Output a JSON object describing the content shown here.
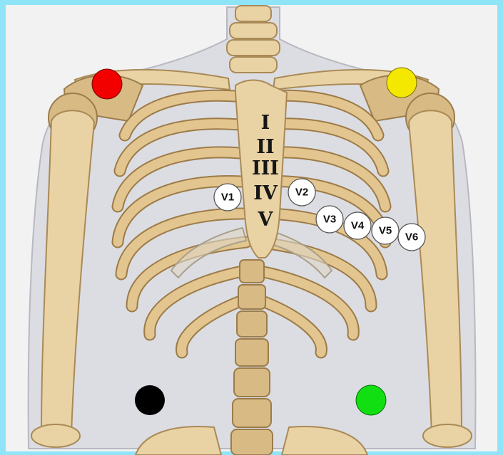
{
  "colors": {
    "frame": "#8fe4f7",
    "red_electrode": "#f20000",
    "yellow_electrode": "#f4e700",
    "black_electrode": "#000000",
    "green_electrode": "#12df12"
  },
  "roman_labels": [
    "I",
    "II",
    "III",
    "IV",
    "V"
  ],
  "precordial_leads": [
    "V1",
    "V2",
    "V3",
    "V4",
    "V5",
    "V6"
  ],
  "limb_electrodes": [
    "red",
    "yellow",
    "black",
    "green"
  ]
}
